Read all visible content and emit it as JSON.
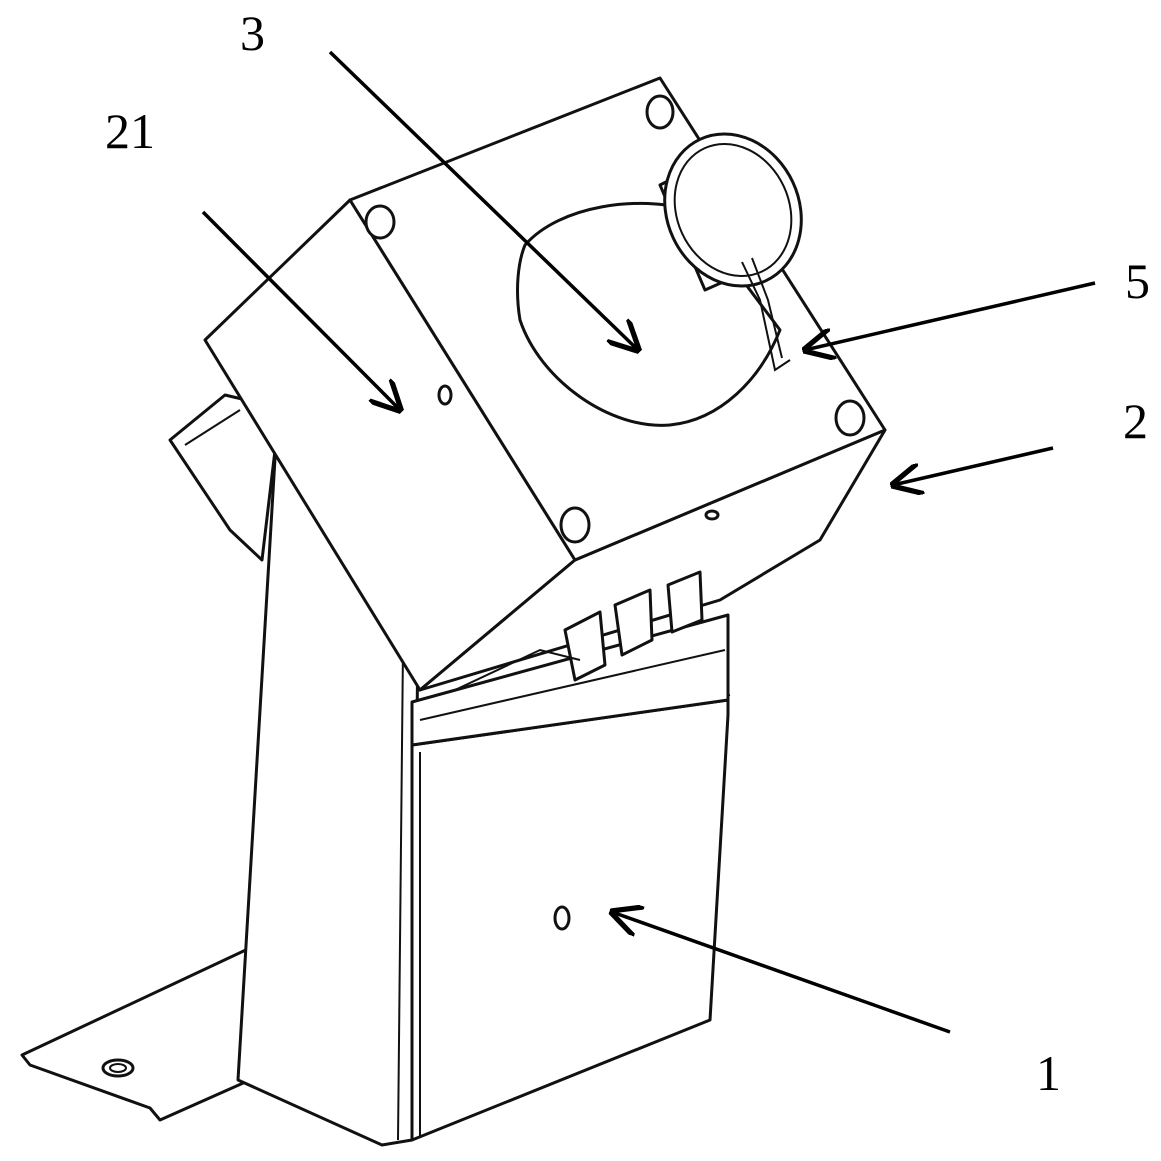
{
  "labels": {
    "ref_3": "3",
    "ref_21": "21",
    "ref_5": "5",
    "ref_2": "2",
    "ref_1": "1"
  }
}
